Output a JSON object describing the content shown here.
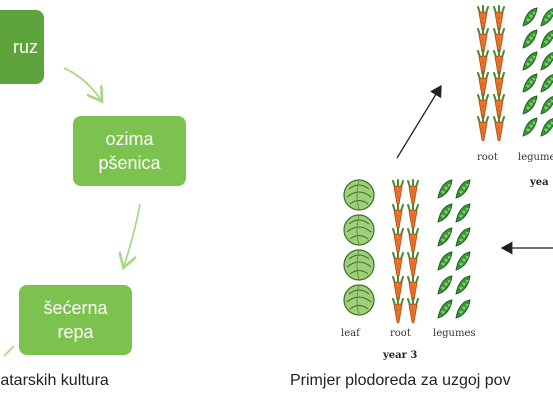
{
  "left_diagram": {
    "boxes": [
      {
        "lines": [
          "ruz"
        ]
      },
      {
        "lines": [
          "ozima",
          "pšenica"
        ]
      },
      {
        "lines": [
          "šećerna",
          "repa"
        ]
      }
    ],
    "caption": "ratarskih kultura",
    "colors": {
      "box_dark": "#5da33b",
      "box_light": "#7cc24f",
      "arrow": "#a8d88a"
    }
  },
  "right_diagram": {
    "year_top": {
      "labels": [
        "root",
        "legume"
      ],
      "year_label": "yea"
    },
    "year_3": {
      "labels": [
        "leaf",
        "root",
        "legumes"
      ],
      "year_label": "year 3"
    },
    "caption": "Primjer plodoreda za uzgoj pov",
    "icons": [
      "cabbage-icon",
      "carrot-icon",
      "pea-pod-icon"
    ]
  }
}
